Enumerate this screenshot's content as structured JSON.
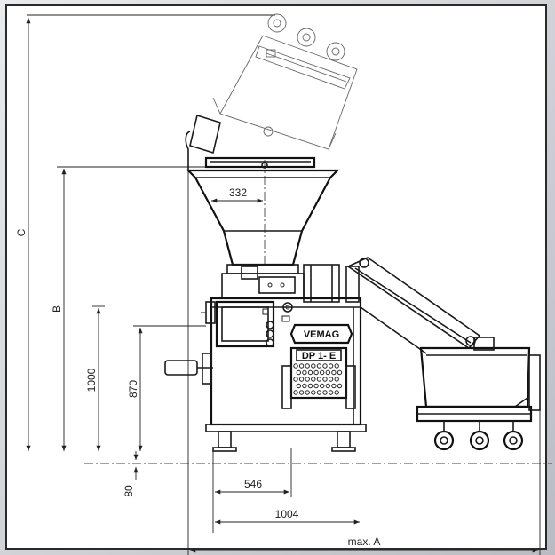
{
  "labels": {
    "vemag": "VEMAG",
    "model": "DP 1- E"
  },
  "dimensions": {
    "c": "C",
    "b": "B",
    "d1000": "1000",
    "d870": "870",
    "d80": "80",
    "d332": "332",
    "d546": "546",
    "d1004": "1004",
    "max_a": "max. A"
  }
}
